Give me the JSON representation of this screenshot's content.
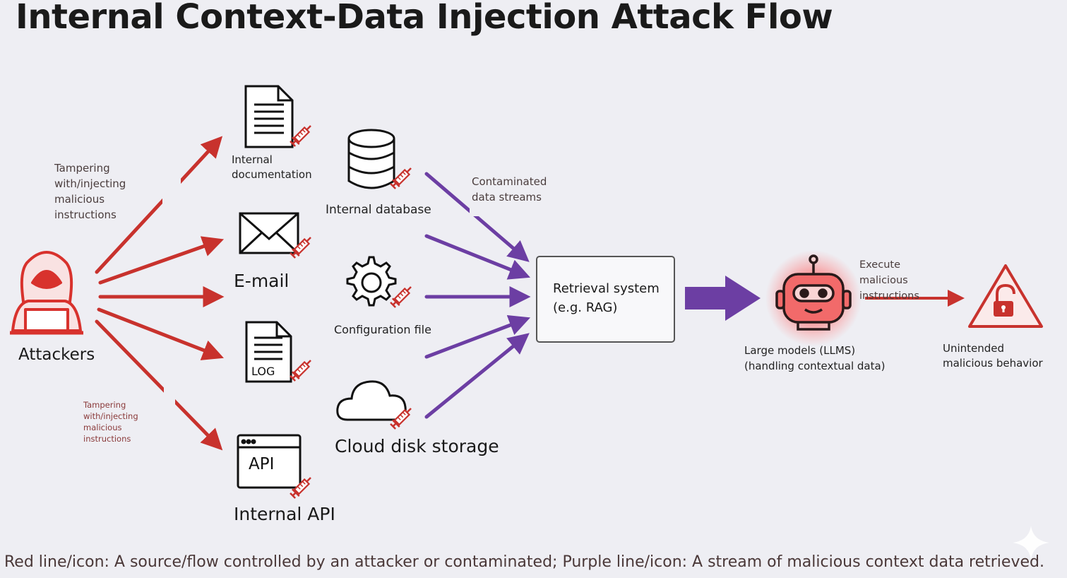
{
  "title": "Internal Context-Data Injection Attack Flow",
  "legend": "Red line/icon: A source/flow controlled by an attacker or contaminated; Purple line/icon: A stream of malicious context data retrieved.",
  "colors": {
    "attack_red": "#c8322d",
    "stream_purple": "#6c3ea3",
    "background": "#eeeef3",
    "ink": "#1a1a1a"
  },
  "attacker": {
    "label": "Attackers",
    "icon": "hooded-hacker-icon"
  },
  "annotations": {
    "tampering_top": "Tampering with/injecting malicious instructions",
    "tampering_bottom": "Tampering with/injecting malicious instructions",
    "contaminated": "Contaminated data streams",
    "execute": "Execute malicious instructions"
  },
  "sources": [
    {
      "label": "Internal documentation",
      "icon": "document-icon"
    },
    {
      "label": "E-mail",
      "icon": "envelope-icon"
    },
    {
      "label": "LOG",
      "icon": "log-file-icon",
      "icon_text": "LOG"
    },
    {
      "label": "Internal API",
      "icon": "api-window-icon",
      "icon_text": "API"
    }
  ],
  "stores": [
    {
      "label": "Internal database",
      "icon": "database-icon"
    },
    {
      "label": "Configuration file",
      "icon": "gear-icon"
    },
    {
      "label": "Cloud disk storage",
      "icon": "cloud-icon"
    }
  ],
  "retrieval": {
    "line1": "Retrieval system",
    "line2": "(e.g. RAG)"
  },
  "llm": {
    "label": "Large models (LLMS)(handling contextual data)",
    "icon": "robot-icon"
  },
  "outcome": {
    "label": "Unintended malicious behavior",
    "icon": "warning-unlock-icon"
  }
}
